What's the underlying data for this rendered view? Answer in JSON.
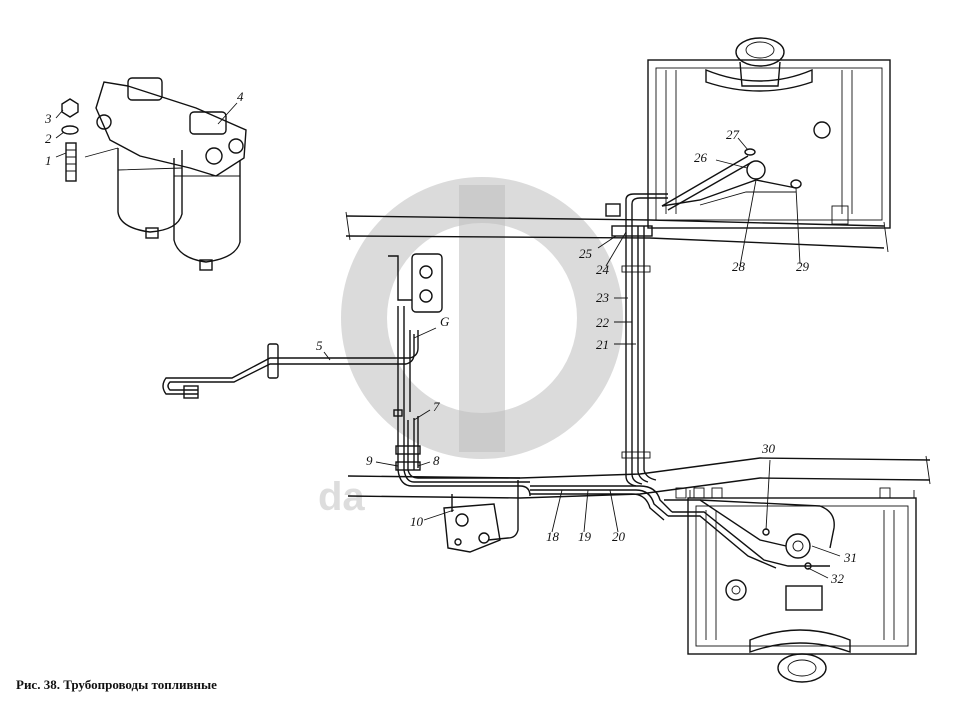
{
  "caption": "Рис. 38. Трубопроводы топливные",
  "watermark": "da",
  "callouts": [
    "1",
    "2",
    "3",
    "4",
    "5",
    "G",
    "7",
    "8",
    "9",
    "10",
    "18",
    "19",
    "20",
    "21",
    "22",
    "23",
    "24",
    "25",
    "26",
    "27",
    "28",
    "29",
    "30",
    "31",
    "32"
  ]
}
